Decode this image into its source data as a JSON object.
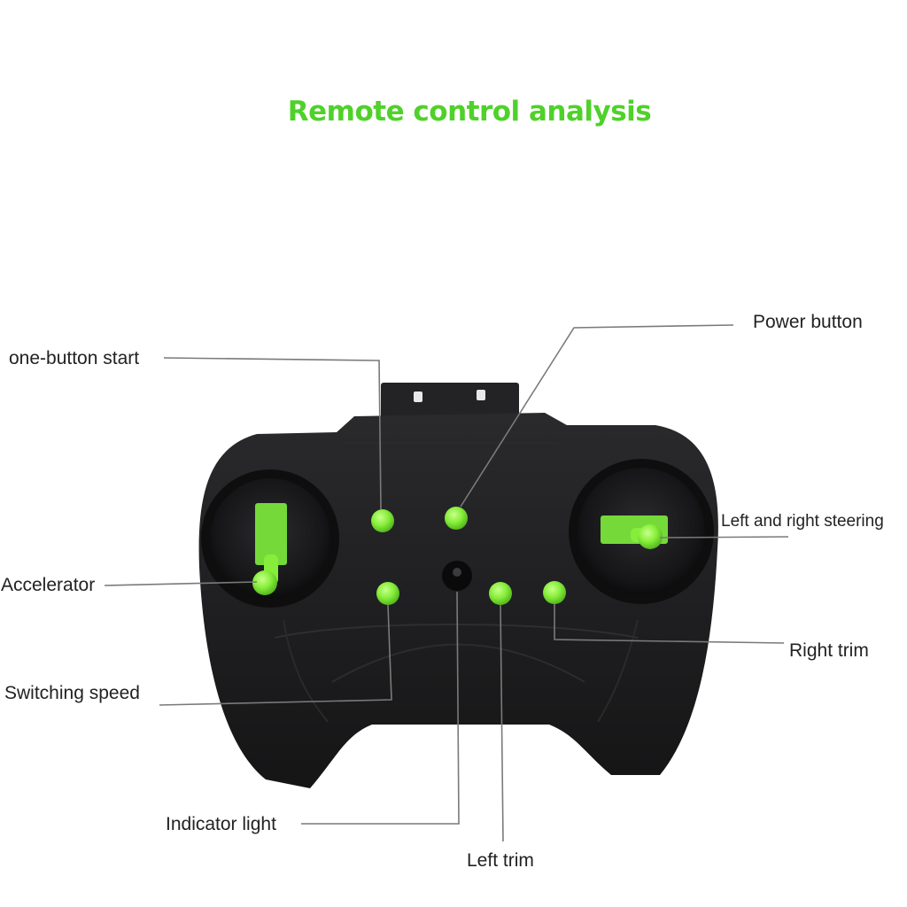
{
  "title": "Remote control analysis",
  "colors": {
    "title": "#4fd12a",
    "accent_green": "#86ee3a",
    "controller_body": "#1c1c1e",
    "label_text": "#222222",
    "leader_line": "#7a7a7a"
  },
  "labels": {
    "one_button_start": "one-button start",
    "power_button": "Power button",
    "left_right_steering": "Left and right steering",
    "accelerator": "Accelerator",
    "right_trim": "Right trim",
    "switching_speed": "Switching speed",
    "indicator_light": "Indicator light",
    "left_trim": "Left trim"
  }
}
